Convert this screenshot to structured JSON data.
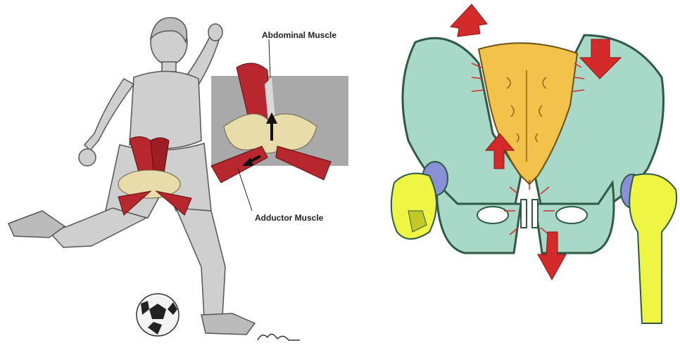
{
  "left_diagram": {
    "labels": {
      "abdominal": "Abdominal Muscle",
      "adductor": "Adductor Muscle"
    },
    "signature": "artist-signature"
  },
  "right_diagram": {
    "icons": [
      "pelvis-illustration",
      "sacrum",
      "femur-left",
      "femur-right",
      "pubic-symphysis",
      "force-arrow"
    ]
  },
  "colors": {
    "muscle": "#b8272e",
    "bone": "#e8dcaa",
    "figure": "#c9c9c9",
    "pelvis": "#a8d8c8",
    "sacrum": "#f2c24a",
    "femur": "#eef542",
    "cartilage": "#8a8fd8",
    "arrow": "#d42a2a"
  }
}
